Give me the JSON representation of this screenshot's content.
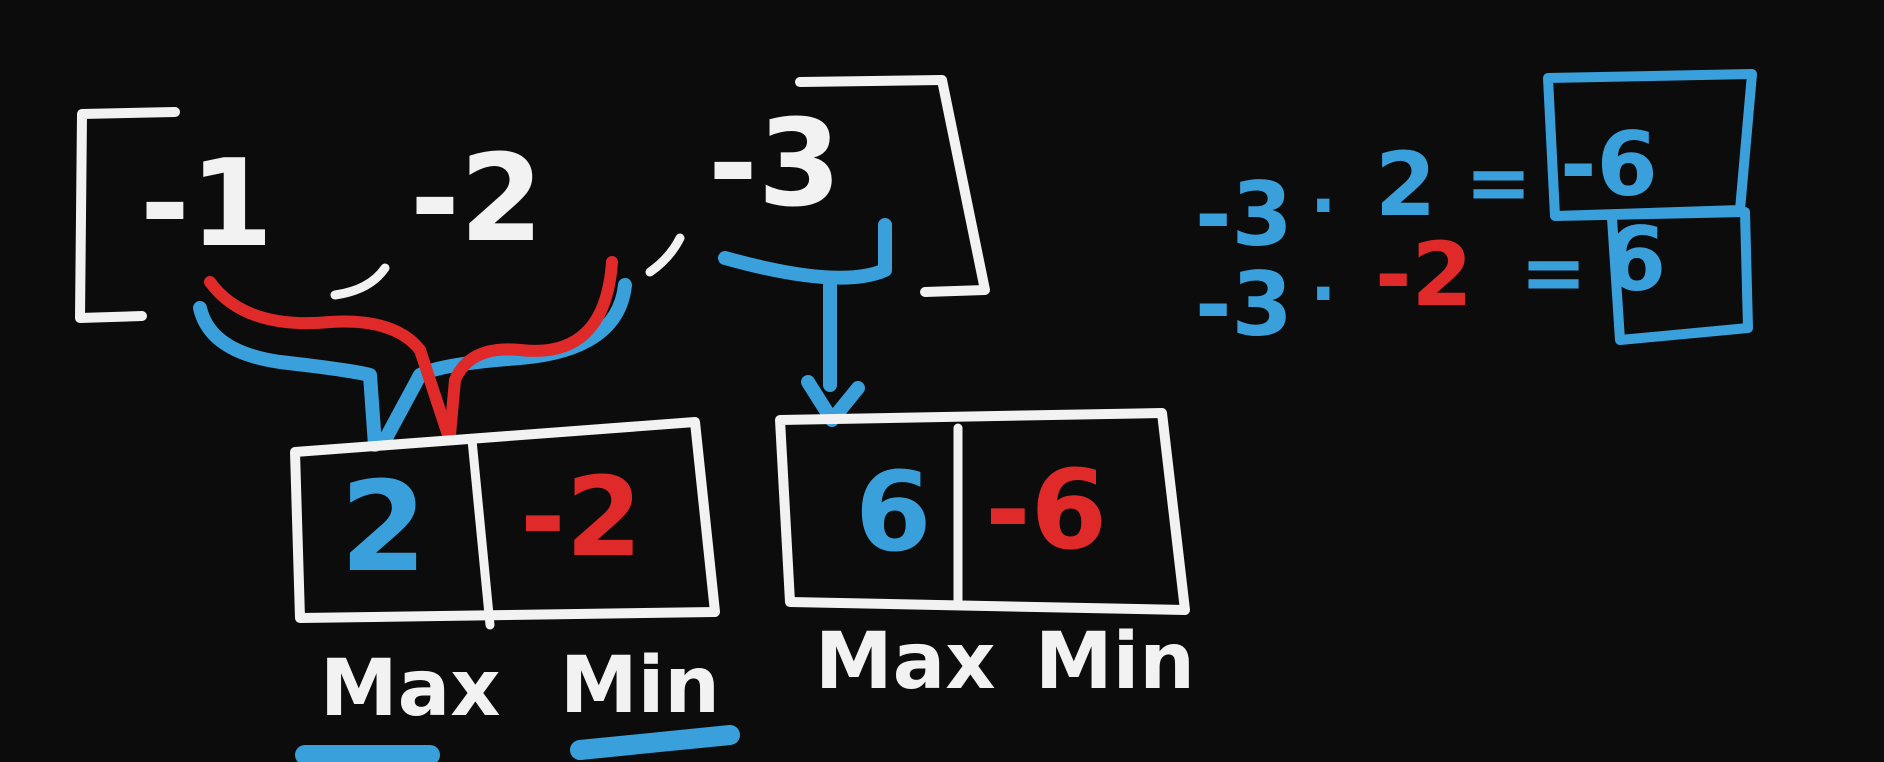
{
  "colors": {
    "background": "#0c0c0c",
    "chalk_white": "#f2f2f2",
    "max_blue": "#3aa0dc",
    "min_red": "#e02a2a"
  },
  "array": {
    "items": [
      "-1",
      "-2",
      "-3"
    ]
  },
  "box_pairs": [
    {
      "max_value": "2",
      "min_value": "-2",
      "max_label": "Max",
      "min_label": "Min"
    },
    {
      "max_value": "6",
      "min_value": "-6",
      "max_label": "Max",
      "min_label": "Min"
    }
  ],
  "equations": [
    {
      "lhs_a": "-3",
      "lhs_op": "·",
      "lhs_b": "2",
      "equals": "=",
      "result": "-6"
    },
    {
      "lhs_a": "-3",
      "lhs_op": "·",
      "lhs_b": "-2",
      "equals": "=",
      "result": "6"
    }
  ]
}
